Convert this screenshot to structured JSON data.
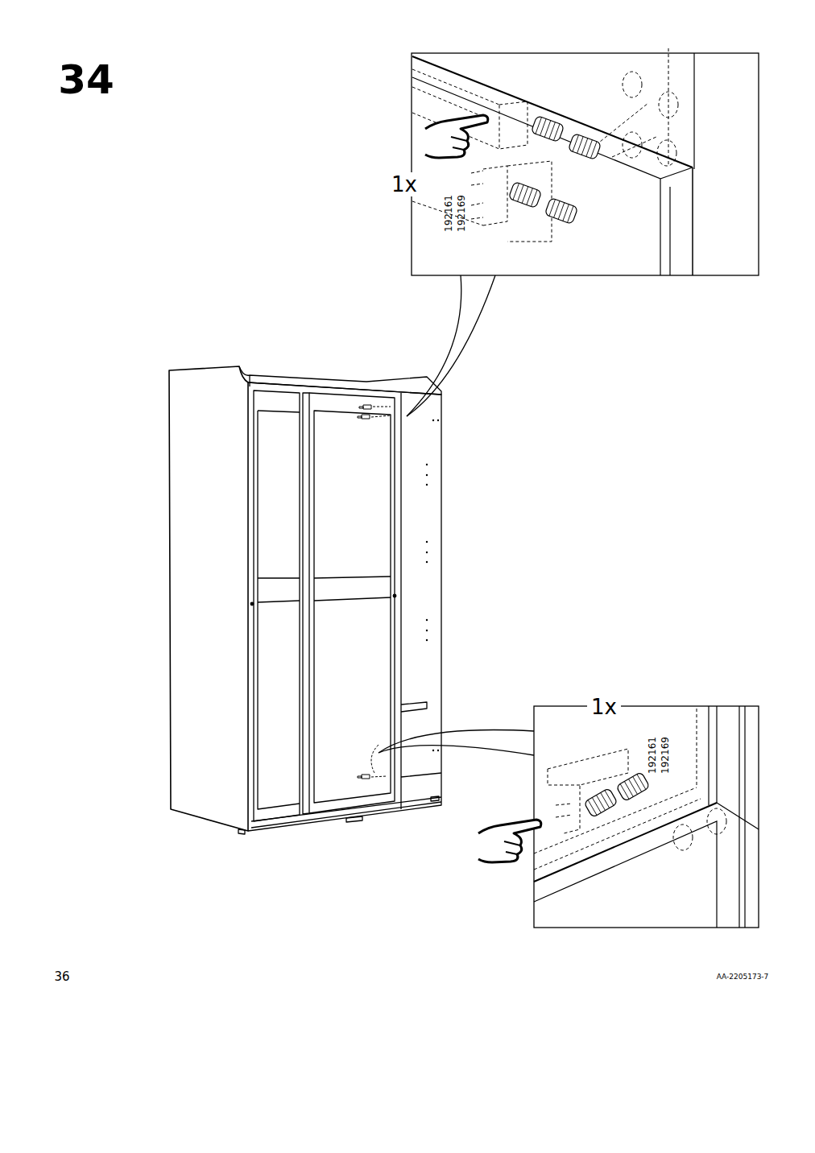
{
  "diagram": {
    "labels": [
      "34",
      "1x",
      "192161",
      "192169",
      "1x",
      "192161",
      "192169",
      "36",
      "AA-2205173-7"
    ]
  }
}
